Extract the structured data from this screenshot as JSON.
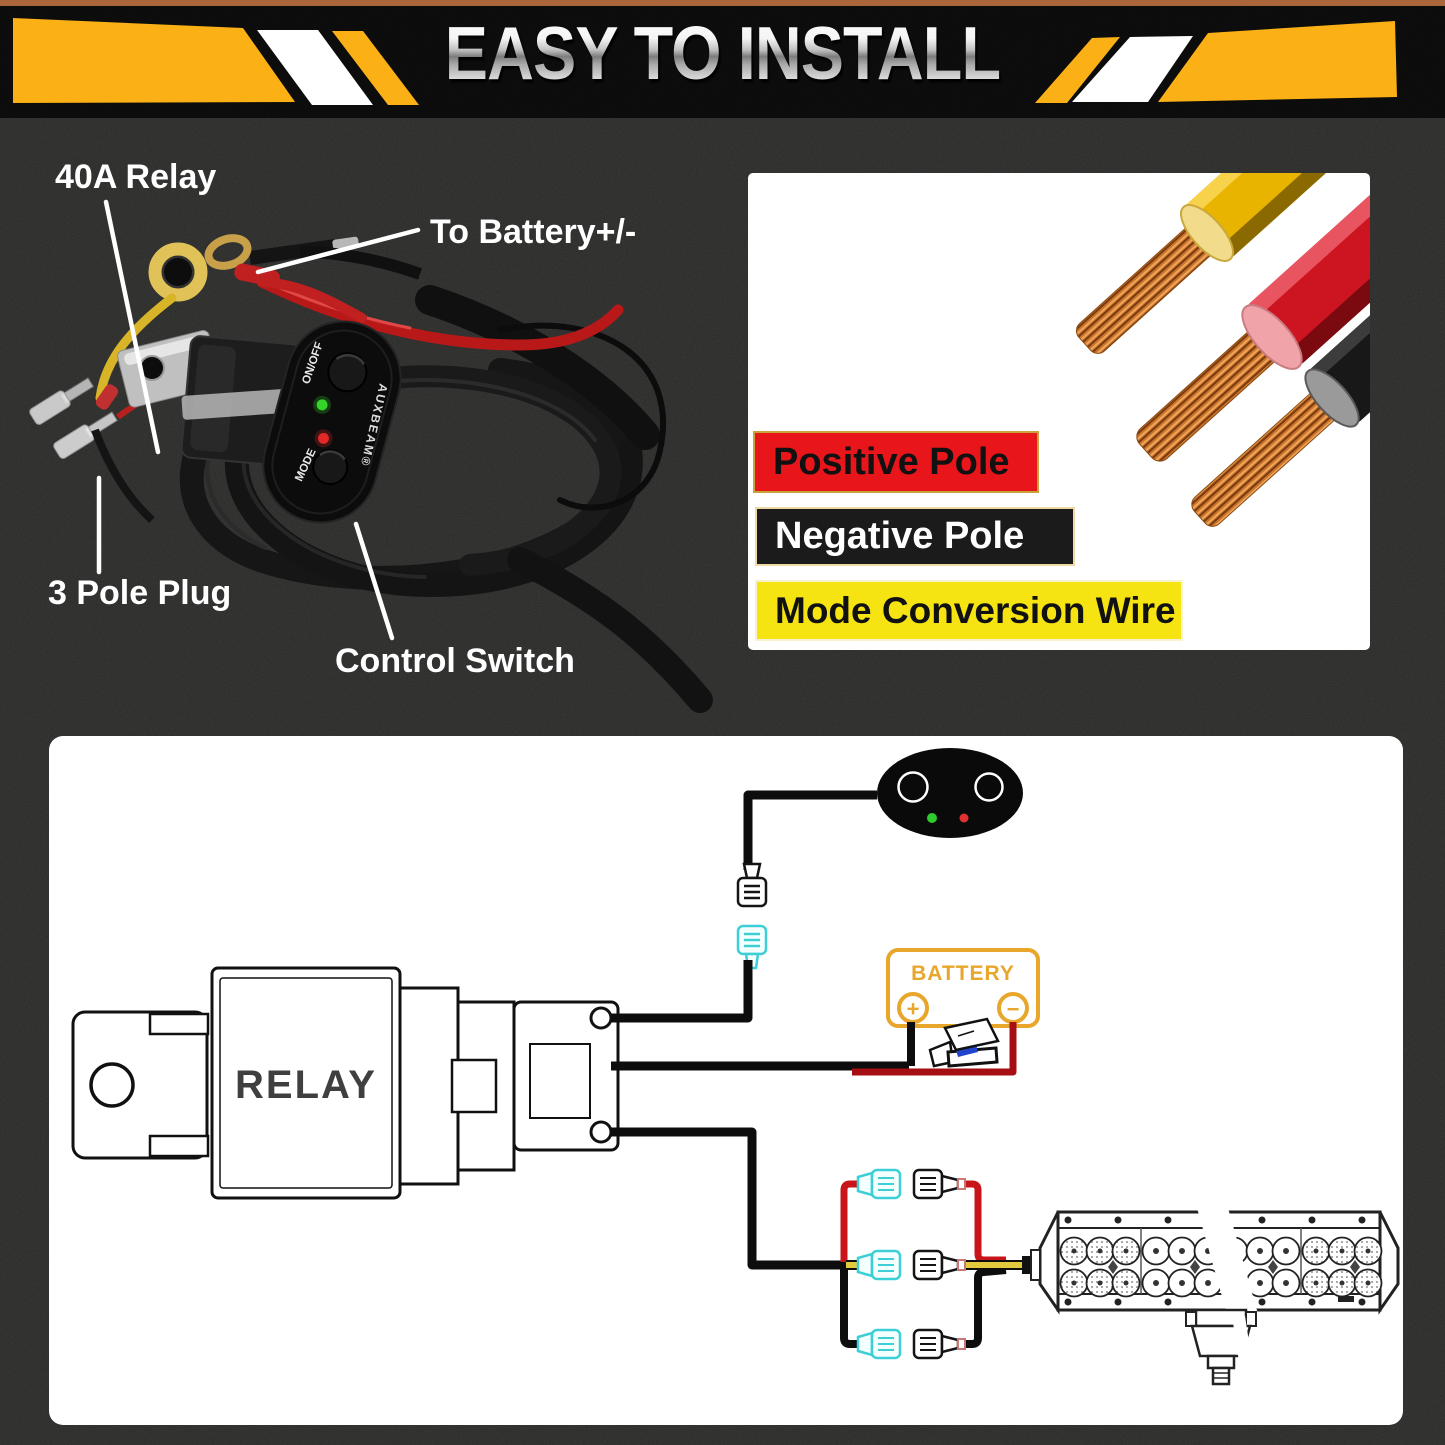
{
  "page": {
    "bg_color": "#0A0A0A",
    "top_strip_color": "#A9663A"
  },
  "banner": {
    "title": "EASY TO INSTALL",
    "stripe_yellow": "#FBB016",
    "stripe_white": "#FFFFFF",
    "bg": "#050505"
  },
  "harness_photo": {
    "labels": {
      "relay": "40A Relay",
      "battery": "To Battery+/-",
      "plug": "3 Pole Plug",
      "switch": "Control Switch"
    },
    "switch": {
      "on_off": "ON/OFF",
      "mode": "MODE",
      "brand": "AUXBEAM®",
      "green_led_color": "#35D428",
      "red_led_color": "#E02828"
    }
  },
  "wire_legend": {
    "items": [
      {
        "label": "Positive Pole",
        "bg": "#E8151B",
        "text_color": "#111111"
      },
      {
        "label": "Negative Pole",
        "bg": "#1B1B1B",
        "text_color": "#FFFFFF"
      },
      {
        "label": "Mode Conversion Wire",
        "bg": "#F6E412",
        "text_color": "#111111"
      }
    ]
  },
  "diagram": {
    "relay_label": "RELAY",
    "battery_label": "BATTERY",
    "battery_plus": "+",
    "battery_minus": "−",
    "colors": {
      "wire_black": "#0D0D0D",
      "wire_red": "#C8151A",
      "wire_yellow": "#E3C93C",
      "connector_cyan": "#3CCFD5",
      "battery_orange": "#E8A62A",
      "switch_green": "#2ECC2E",
      "switch_red": "#E03030",
      "fuse_blue": "#2244CC"
    }
  }
}
